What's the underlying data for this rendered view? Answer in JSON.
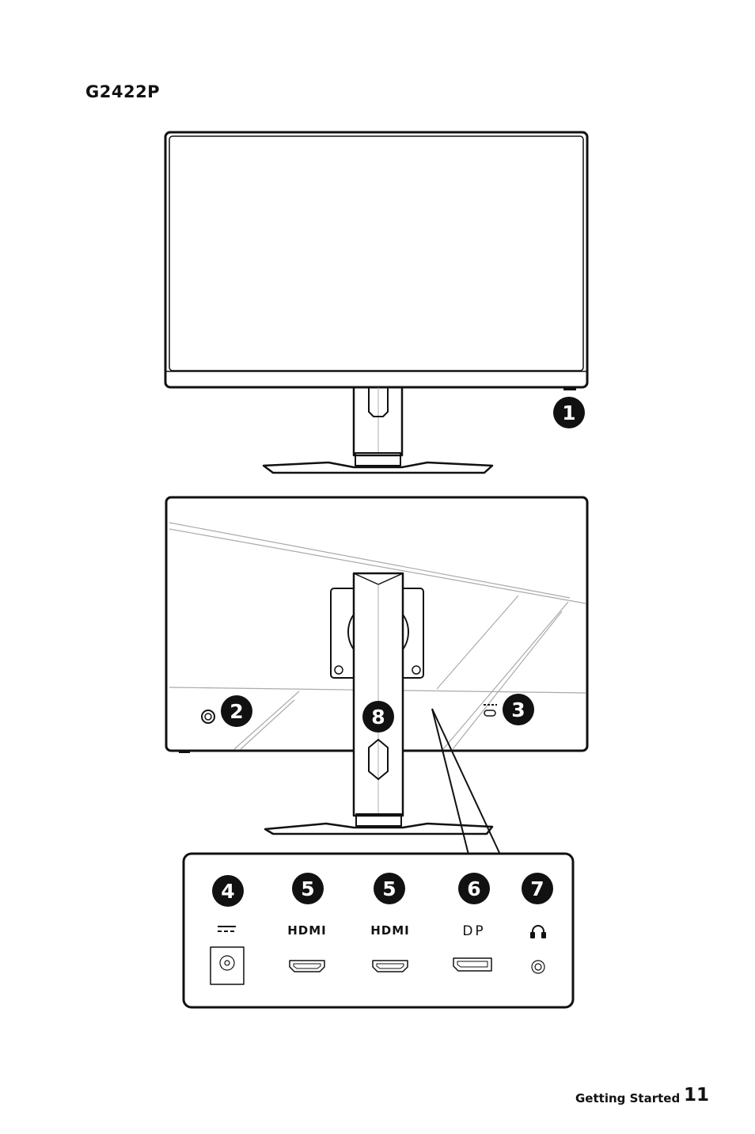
{
  "model": "G2422P",
  "footer": {
    "section": "Getting Started",
    "page": "11"
  },
  "callouts": [
    "1",
    "2",
    "3",
    "4",
    "5",
    "5",
    "6",
    "7",
    "8"
  ],
  "port_labels": {
    "hdmi_1": "HDMI",
    "hdmi_2": "HDMI",
    "dp": "DP"
  }
}
